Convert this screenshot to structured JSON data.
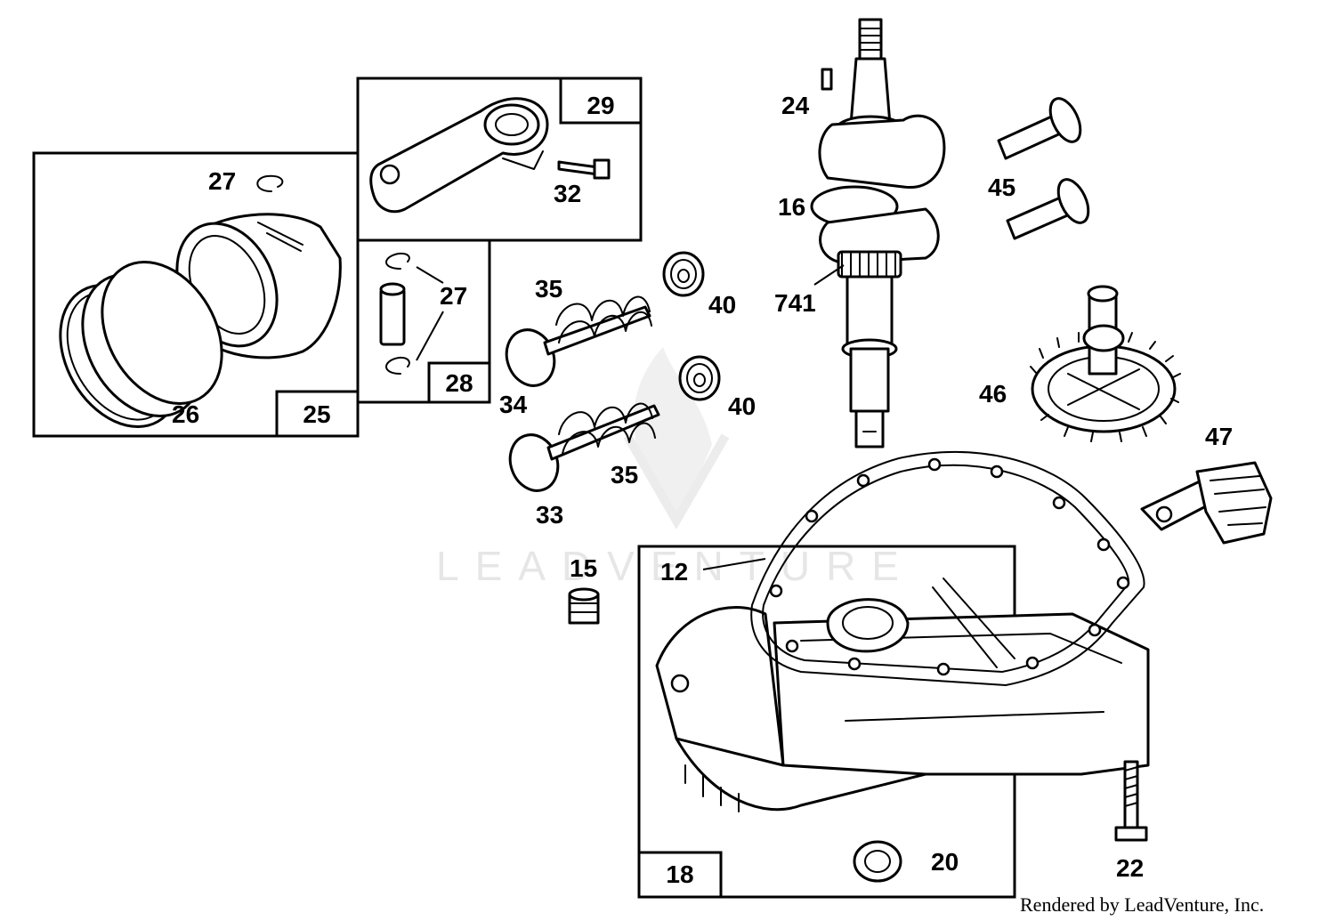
{
  "watermark": "LEADVENTURE",
  "credit": "Rendered by LeadVenture, Inc.",
  "boxes": {
    "b25": "25",
    "b29": "29",
    "b28": "28",
    "b18": "18"
  },
  "labels": {
    "l27a": "27",
    "l26": "26",
    "l32": "32",
    "l27b": "27",
    "l35a": "35",
    "l34": "34",
    "l40a": "40",
    "l40b": "40",
    "l35b": "35",
    "l33": "33",
    "l24": "24",
    "l16": "16",
    "l741": "741",
    "l45": "45",
    "l46": "46",
    "l47": "47",
    "l15": "15",
    "l12": "12",
    "l20": "20",
    "l22": "22"
  },
  "colors": {
    "line": "#000000",
    "background": "#ffffff",
    "watermark": "#e6e6e6"
  }
}
